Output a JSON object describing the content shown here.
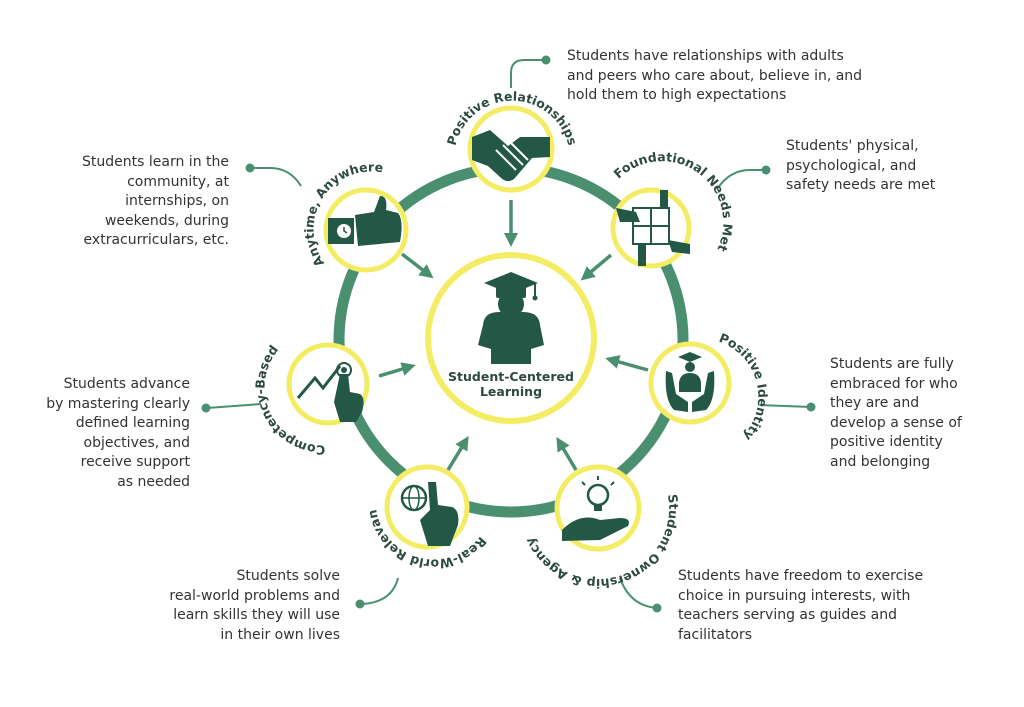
{
  "center": {
    "line1": "Student-Centered",
    "line2": "Learning"
  },
  "colors": {
    "ring": "#4a9070",
    "circle_stroke": "#f4ec62",
    "icon": "#225845",
    "text": "#333333",
    "label": "#2c4a3e"
  },
  "principles": [
    {
      "label": "Positive Relationships",
      "icon": "handshake-icon",
      "description": [
        "Students have relationships with adults",
        "and peers who care about, believe in, and",
        "hold them to high expectations"
      ]
    },
    {
      "label": "Foundational Needs Met",
      "icon": "puzzle-hands-icon",
      "description": [
        "Students' physical,",
        "psychological, and",
        "safety needs are met"
      ]
    },
    {
      "label": "Positive Identity",
      "icon": "graduate-hands-icon",
      "description": [
        "Students are fully",
        "embraced for who",
        "they are and",
        "develop a sense of",
        "positive identity",
        "and belonging"
      ]
    },
    {
      "label": "Student Ownership & Agency",
      "icon": "lightbulb-hand-icon",
      "description": [
        "Students have freedom to exercise",
        "choice in pursuing interests, with",
        "teachers serving as guides and",
        "facilitators"
      ]
    },
    {
      "label": "Real-World Relevant",
      "icon": "globe-pointer-icon",
      "description": [
        "Students solve",
        "real-world problems and",
        "learn skills they will use",
        "in their own lives"
      ]
    },
    {
      "label": "Competency-Based",
      "icon": "growth-chart-icon",
      "description": [
        "Students advance",
        "by mastering clearly",
        "defined learning",
        "objectives, and",
        "receive support",
        "as needed"
      ]
    },
    {
      "label": "Anytime, Anywhere",
      "icon": "watch-thumbsup-icon",
      "description": [
        "Students learn in the",
        "community, at",
        "internships, on",
        "weekends, during",
        "extracurriculars, etc."
      ]
    }
  ]
}
